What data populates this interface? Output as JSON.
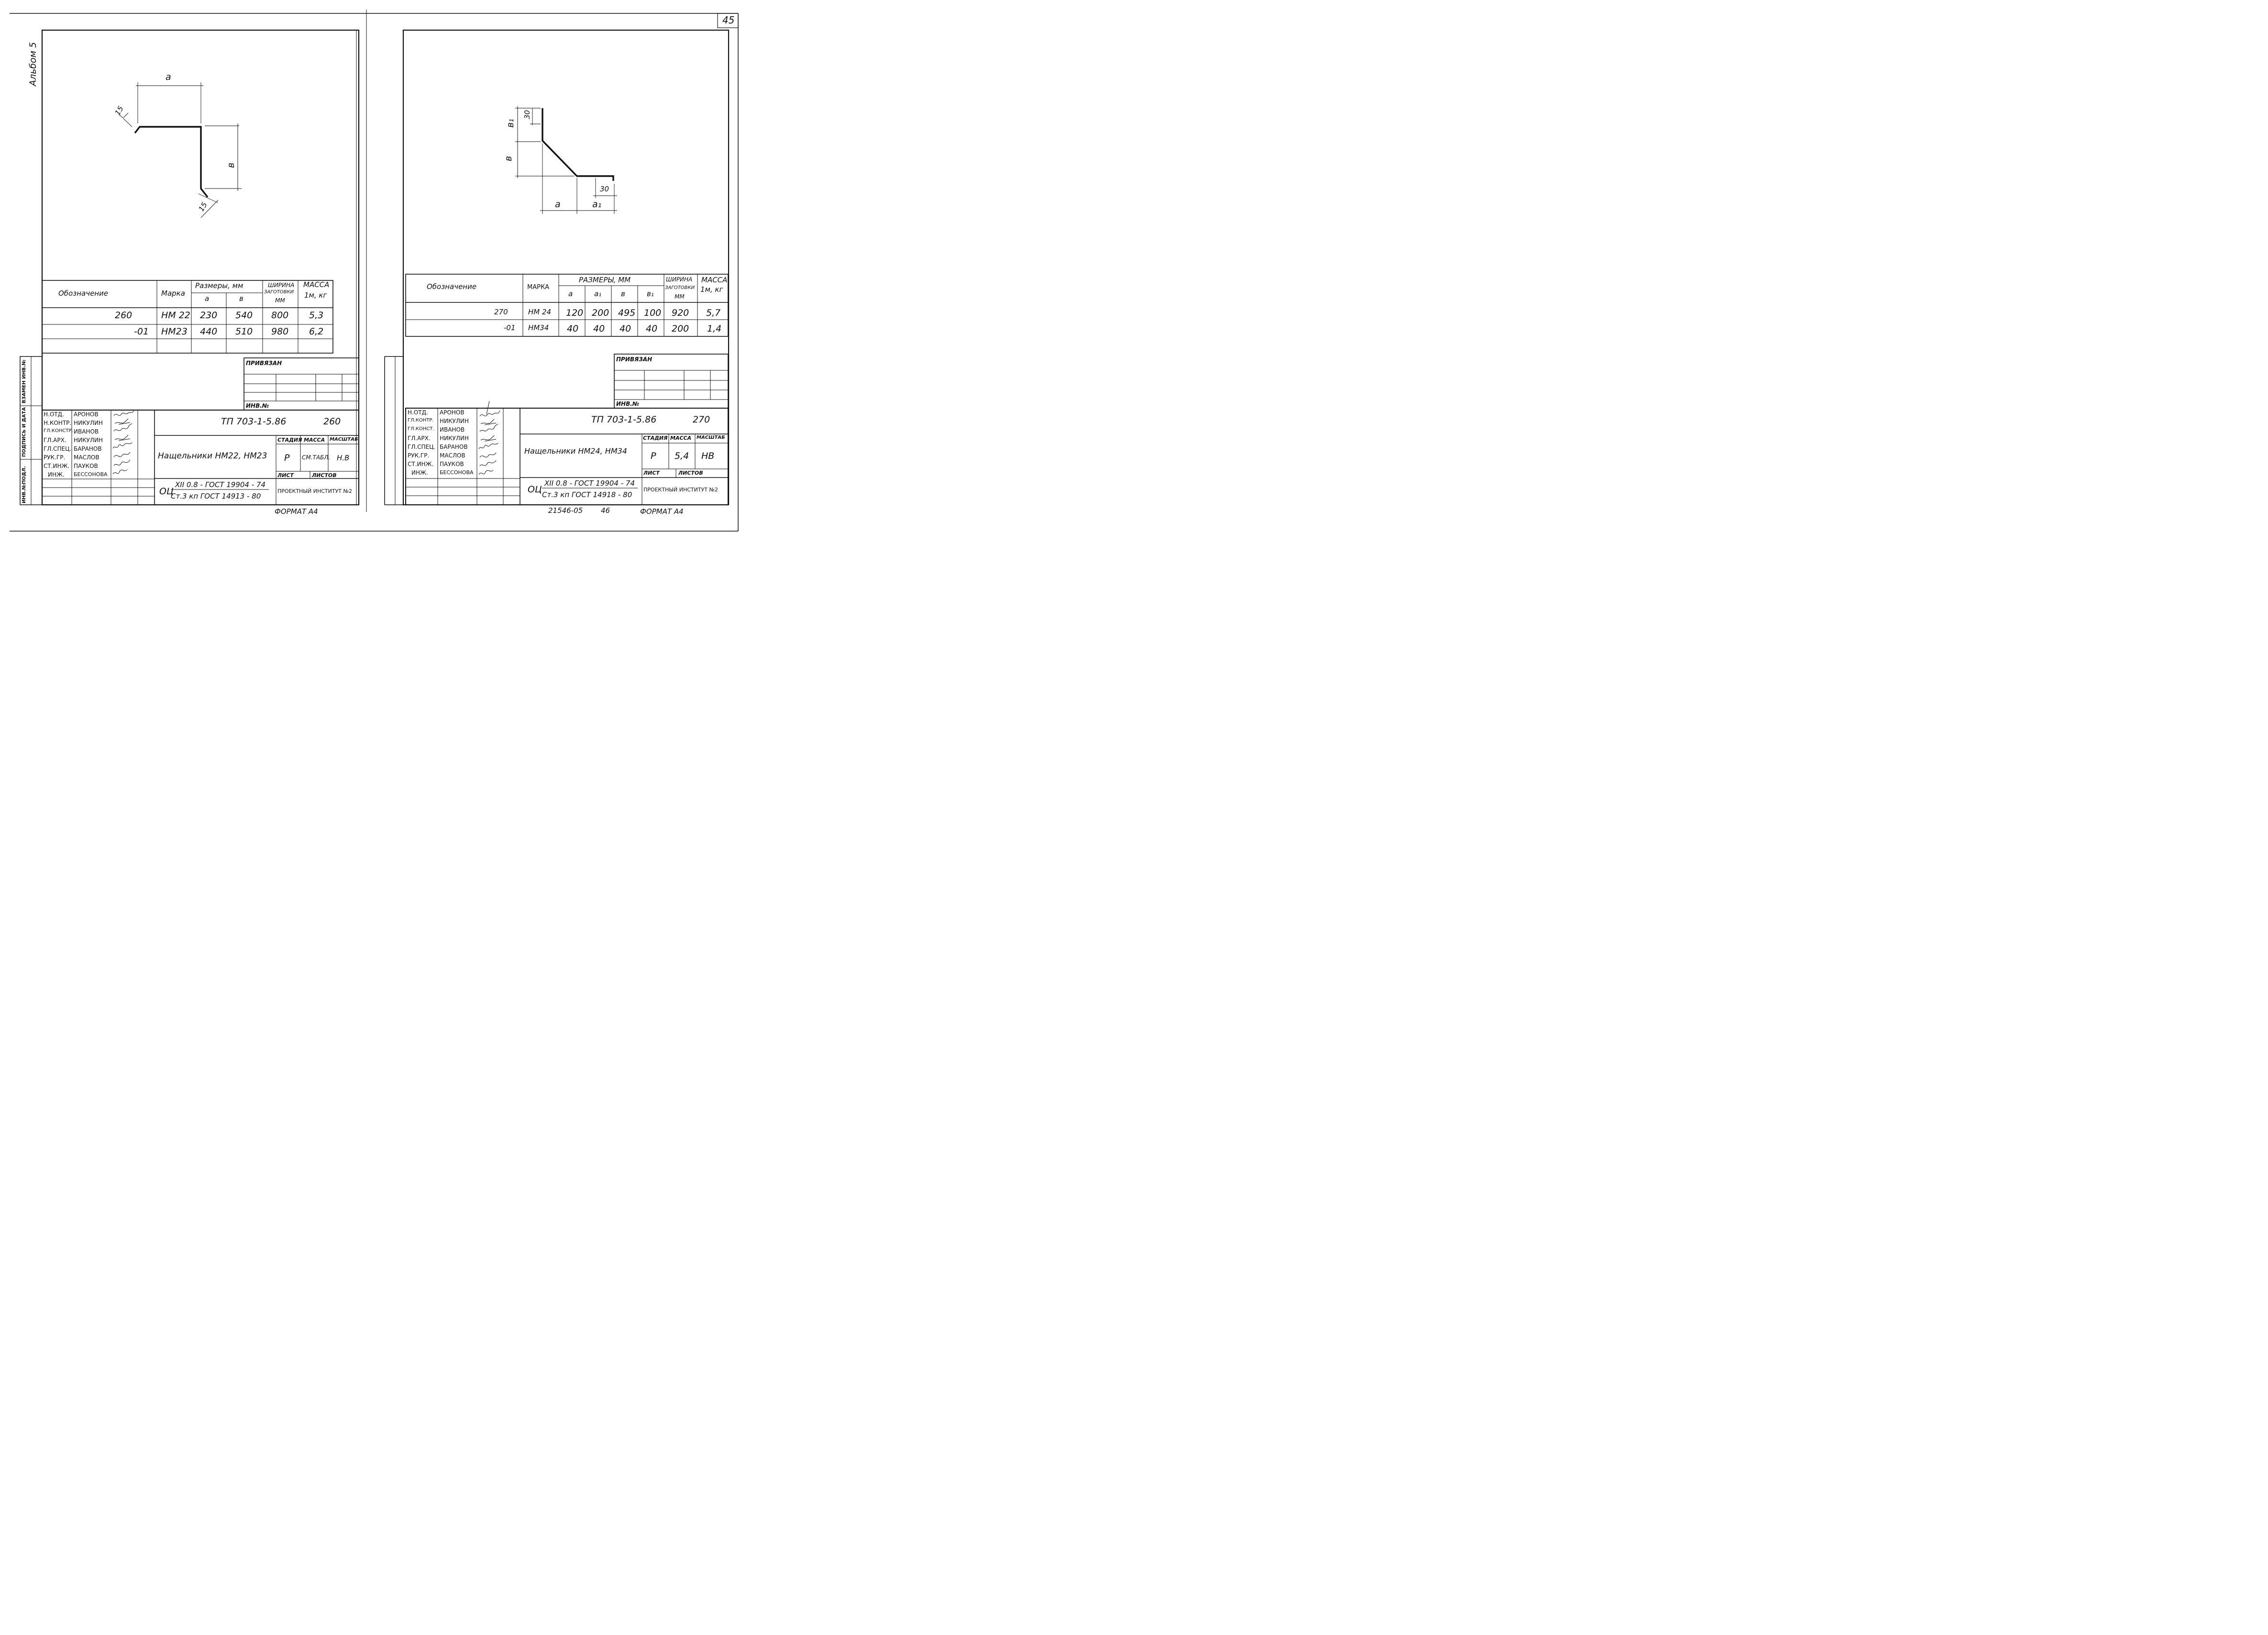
{
  "page_number": "45",
  "album_label": "Альбом 5",
  "side_stamp": {
    "inv_original": "ИНВ.№ПОДЛ.",
    "signature_date": "ПОДПИСЬ И ДАТА",
    "replaces_inv": "ВЗАМЕН ИНВ.№"
  },
  "left": {
    "drawing_labels": {
      "a": "a",
      "b": "в",
      "fold_top": "15",
      "fold_bottom": "15"
    },
    "table": {
      "headers": {
        "designation": "Обозначение",
        "mark": "Марка",
        "sizes": "Размеры, мм",
        "a": "a",
        "b": "в",
        "width_line1": "ШИРИНА",
        "width_line2": "ЗАГОТОВКИ",
        "width_line3": "ММ",
        "mass_line1": "МАССА",
        "mass_line2": "1м, кг"
      },
      "rows": [
        {
          "designation": "260",
          "mark": "НМ 22",
          "a": "230",
          "b": "540",
          "width": "800",
          "mass": "5,3"
        },
        {
          "designation": "-01",
          "mark": "НМ23",
          "a": "440",
          "b": "510",
          "width": "980",
          "mass": "6,2"
        }
      ]
    },
    "title_block": {
      "bound": "ПРИВЯЗАН",
      "inv_no": "ИНВ.№",
      "roles": [
        "Н.ОТД.",
        "Н.КОНТР.",
        "ГЛ.КОНСТР.",
        "ГЛ.АРХ.",
        "ГЛ.СПЕЦ.",
        "РУК.ГР.",
        "СТ.ИНЖ.",
        "ИНЖ."
      ],
      "names": [
        "АРОНОВ",
        "НИКУЛИН",
        "ИВАНОВ",
        "НИКУЛИН",
        "БАРАНОВ",
        "МАСЛОВ",
        "ПАУКОВ",
        "БЕССОНОВА"
      ],
      "doc_code": "ТП 703-1-5.86",
      "sheet": "260",
      "title": "Нащельники НМ22, НМ23",
      "stage_label": "СТАДИЯ",
      "mass_label": "МАССА",
      "scale_label": "МАСШТАБ",
      "stage": "Р",
      "mass": "СМ.ТАБЛ.",
      "scale": "Н.В",
      "sheet_label": "ЛИСТ",
      "sheets_label": "ЛИСТОВ",
      "material_prefix": "ОЦ",
      "material_top": "XII 0.8 - ГОСТ 19904 - 74",
      "material_bottom": "Ст.3 кп ГОСТ 14913 - 80",
      "institute": "ПРОЕКТНЫЙ ИНСТИТУТ №2"
    },
    "format": "ФОРМАТ А4"
  },
  "right": {
    "drawing_labels": {
      "a": "a",
      "a1": "a₁",
      "b": "в",
      "b1": "в₁",
      "top": "30",
      "bottom": "30"
    },
    "table": {
      "headers": {
        "designation": "Обозначение",
        "mark": "МАРКА",
        "sizes": "РАЗМЕРЫ, ММ",
        "a": "a",
        "a1": "a₁",
        "b": "в",
        "b1": "в₁",
        "width_line1": "ШИРИНА",
        "width_line2": "ЗАГОТОВКИ",
        "width_line3": "ММ",
        "mass_line1": "МАССА",
        "mass_line2": "1м, кг"
      },
      "rows": [
        {
          "designation": "270",
          "mark": "НМ 24",
          "a": "120",
          "a1": "200",
          "b": "495",
          "b1": "100",
          "width": "920",
          "mass": "5,7"
        },
        {
          "designation": "-01",
          "mark": "НМ34",
          "a": "40",
          "a1": "40",
          "b": "40",
          "b1": "40",
          "width": "200",
          "mass": "1,4"
        }
      ]
    },
    "title_block": {
      "bound": "ПРИВЯЗАН",
      "inv_no": "ИНВ.№",
      "roles": [
        "Н.ОТД.",
        "ГЛ.КОНТР.",
        "ГЛ.КОНСТ.",
        "ГЛ.АРХ.",
        "ГЛ.СПЕЦ.",
        "РУК.ГР.",
        "СТ.ИНЖ.",
        "ИНЖ."
      ],
      "names": [
        "АРОНОВ",
        "НИКУЛИН",
        "ИВАНОВ",
        "НИКУЛИН",
        "БАРАНОВ",
        "МАСЛОВ",
        "ПАУКОВ",
        "БЕССОНОВА"
      ],
      "doc_code": "ТП 703-1-5.86",
      "sheet": "270",
      "title": "Нащельники НМ24, НМ34",
      "stage_label": "СТАДИЯ",
      "mass_label": "МАССА",
      "scale_label": "МАСШТАБ",
      "stage": "Р",
      "mass": "5,4",
      "scale": "НВ",
      "sheet_label": "ЛИСТ",
      "sheets_label": "ЛИСТОВ",
      "material_prefix": "ОЦ",
      "material_top": "XII 0.8 - ГОСТ 19904 - 74",
      "material_bottom": "Ст.3 кп ГОСТ 14918 - 80",
      "institute": "ПРОЕКТНЫЙ ИНСТИТУТ №2"
    },
    "archive_no": "21546-05",
    "archive_sheet": "46",
    "format": "ФОРМАТ А4"
  }
}
